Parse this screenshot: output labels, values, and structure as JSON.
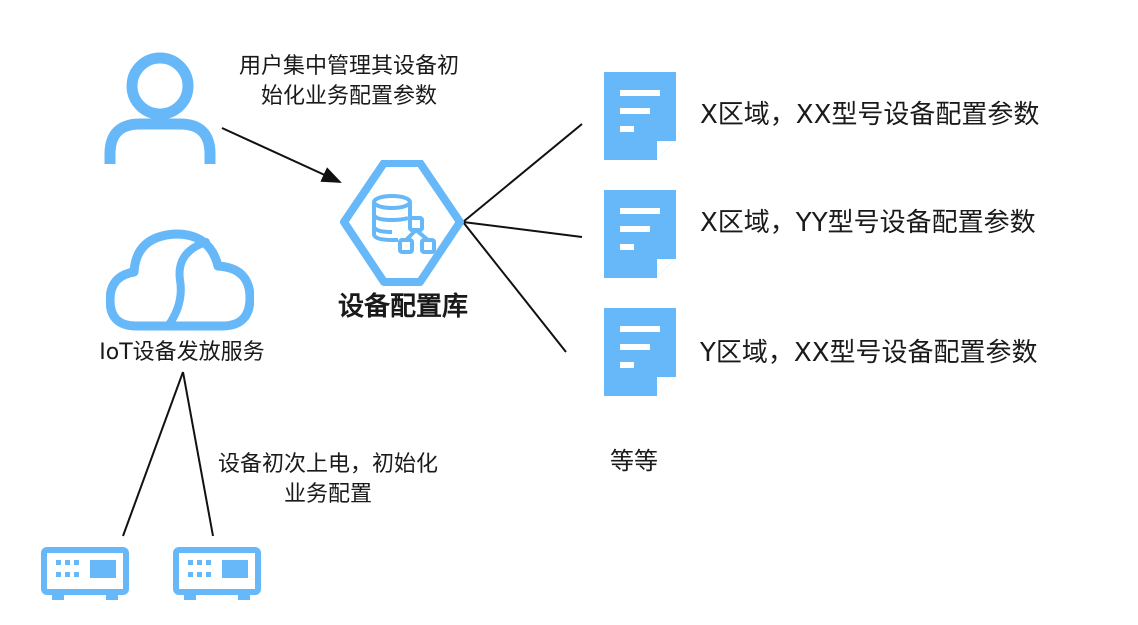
{
  "user_caption": {
    "line1": "用户集中管理其设备初",
    "line2": "始化业务配置参数"
  },
  "repo_label": "设备配置库",
  "service_label": "IoT设备发放服务",
  "device_caption": {
    "line1": "设备初次上电，初始化",
    "line2": "业务配置"
  },
  "documents": [
    {
      "label": "X区域，XX型号设备配置参数"
    },
    {
      "label": "X区域，YY型号设备配置参数"
    },
    {
      "label": "Y区域，XX型号设备配置参数"
    }
  ],
  "etc_label": "等等",
  "colors": {
    "accent": "#66b8f8",
    "stroke": "#111111",
    "text": "#1a1a1a"
  },
  "icons": [
    "user-icon",
    "database-icon",
    "cloud-icon",
    "document-icon",
    "device-icon"
  ]
}
